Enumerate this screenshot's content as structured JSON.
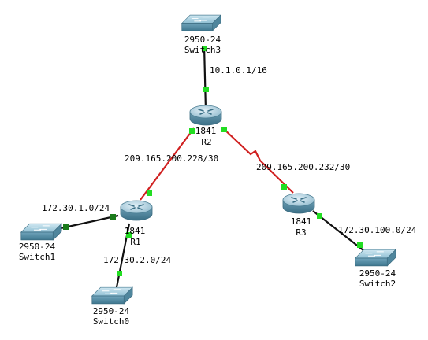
{
  "colors": {
    "serial_link": "#d02020",
    "ethernet_link": "#111111",
    "port_up": "#22dd22",
    "port_down_dark": "#1a7a1a"
  },
  "devices": {
    "switch3": {
      "model": "2950-24",
      "name": "Switch3",
      "icon": "switch-icon"
    },
    "r2": {
      "model": "1841",
      "name": "R2",
      "icon": "router-icon"
    },
    "r1": {
      "model": "1841",
      "name": "R1",
      "icon": "router-icon"
    },
    "r3": {
      "model": "1841",
      "name": "R3",
      "icon": "router-icon"
    },
    "switch1": {
      "model": "2950-24",
      "name": "Switch1",
      "icon": "switch-icon"
    },
    "switch0": {
      "model": "2950-24",
      "name": "Switch0",
      "icon": "switch-icon"
    },
    "switch2": {
      "model": "2950-24",
      "name": "Switch2",
      "icon": "switch-icon"
    }
  },
  "networks": {
    "r2_switch3": "10.1.0.1/16",
    "r1_r2": "209.165.200.228/30",
    "r2_r3": "209.165.200.232/30",
    "r1_switch1": "172.30.1.0/24",
    "r1_switch0": "172.30.2.0/24",
    "r3_switch2": "172.30.100.0/24"
  }
}
